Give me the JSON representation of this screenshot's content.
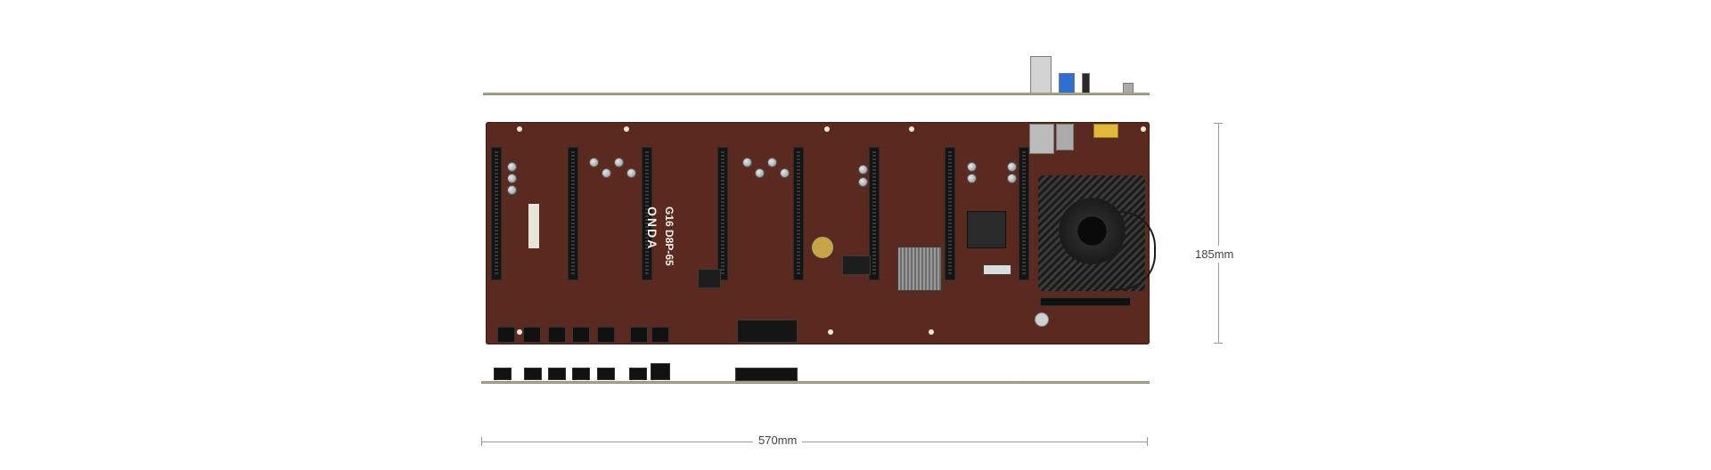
{
  "dimensions": {
    "width_label": "570mm",
    "height_label": "185mm"
  },
  "board": {
    "brand_text": "ONDA",
    "model_text": "G16 D8P-65"
  },
  "colors": {
    "pcb": "#5a2a20",
    "rail": "#8e8c6a",
    "dimension_line": "#9a9a9a",
    "label_text": "#444444"
  }
}
